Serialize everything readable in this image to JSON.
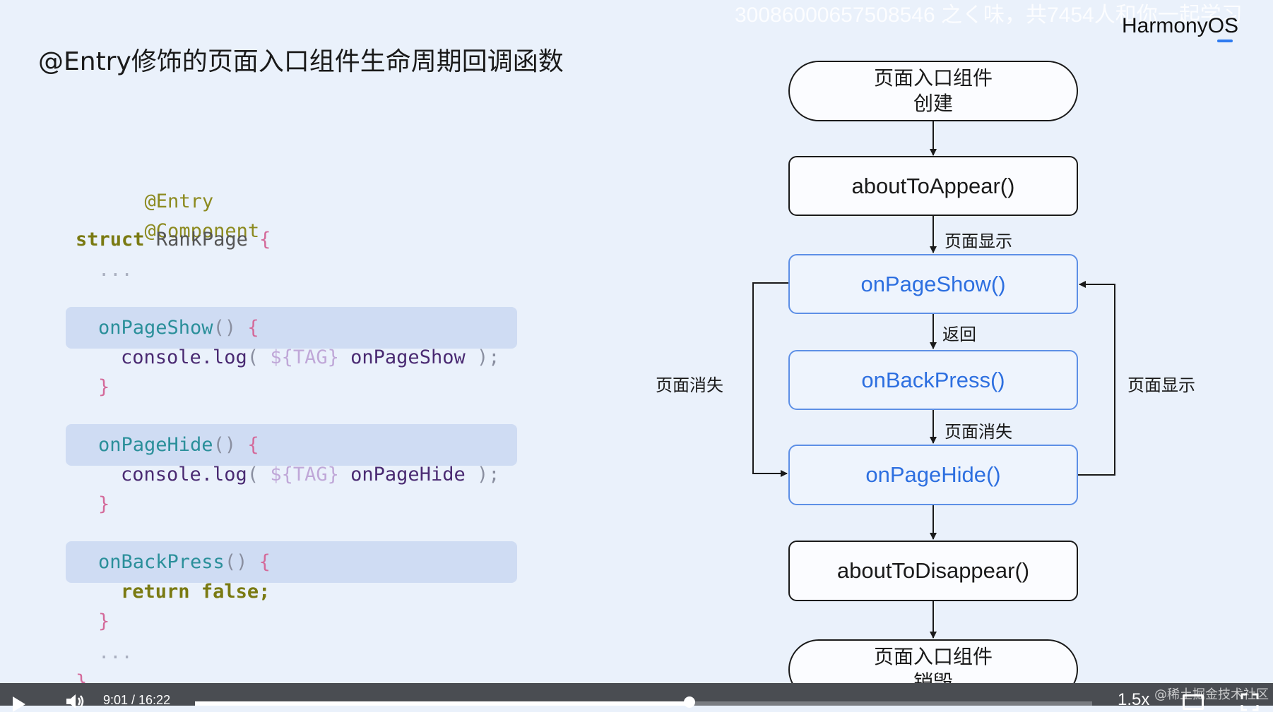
{
  "slide": {
    "title": "@Entry修饰的页面入口组件生命周期回调函数",
    "brand": "HarmonyOS",
    "watermark_top": "30086000657508546 之く味，共7454人和你一起学习"
  },
  "code": {
    "line1": "@Entry",
    "line2": "@Component",
    "line3_kw": "struct",
    "line3_name": "RankPage",
    "open_brace": "{",
    "close_brace": "}",
    "ellipsis": "...",
    "block1": {
      "fn": "onPageShow",
      "parens": "()",
      "log": "console.log",
      "tmpl": "${TAG}",
      "msg": "onPageShow",
      "end": ");"
    },
    "block2": {
      "fn": "onPageHide",
      "parens": "()",
      "log": "console.log",
      "tmpl": "${TAG}",
      "msg": "onPageHide",
      "end": ");"
    },
    "block3": {
      "fn": "onBackPress",
      "parens": "()",
      "ret_kw": "return",
      "ret_val": "false;"
    },
    "paren_open": "(",
    "paren_close": ")"
  },
  "flow": {
    "create_line1": "页面入口组件",
    "create_line2": "创建",
    "about_to_appear": "aboutToAppear()",
    "on_page_show": "onPageShow()",
    "on_back_press": "onBackPress()",
    "on_page_hide": "onPageHide()",
    "about_to_disappear": "aboutToDisappear()",
    "destroy_line1": "页面入口组件",
    "destroy_line2": "销毁",
    "label_show_1": "页面显示",
    "label_back": "返回",
    "label_hide_1": "页面消失",
    "label_left": "页面消失",
    "label_right": "页面显示"
  },
  "player": {
    "time": "9:01 / 16:22",
    "progress": 0.551,
    "speed": "1.5x",
    "watermark": "@稀土掘金技术社区",
    "icons": [
      "play-icon",
      "volume-icon",
      "pip-icon",
      "fullscreen-icon"
    ]
  },
  "colors": {
    "background": "#eaf1fb",
    "accent_blue": "#2d6fe0",
    "code_highlight": "#cfdcf3"
  }
}
